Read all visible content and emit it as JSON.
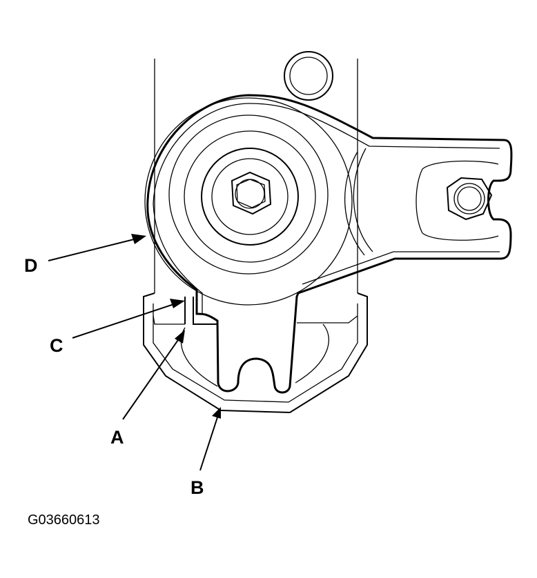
{
  "callouts": {
    "a": "A",
    "b": "B",
    "c": "C",
    "d": "D"
  },
  "figure_code": "G03660613",
  "colors": {
    "line": "#000000",
    "background": "#ffffff"
  }
}
